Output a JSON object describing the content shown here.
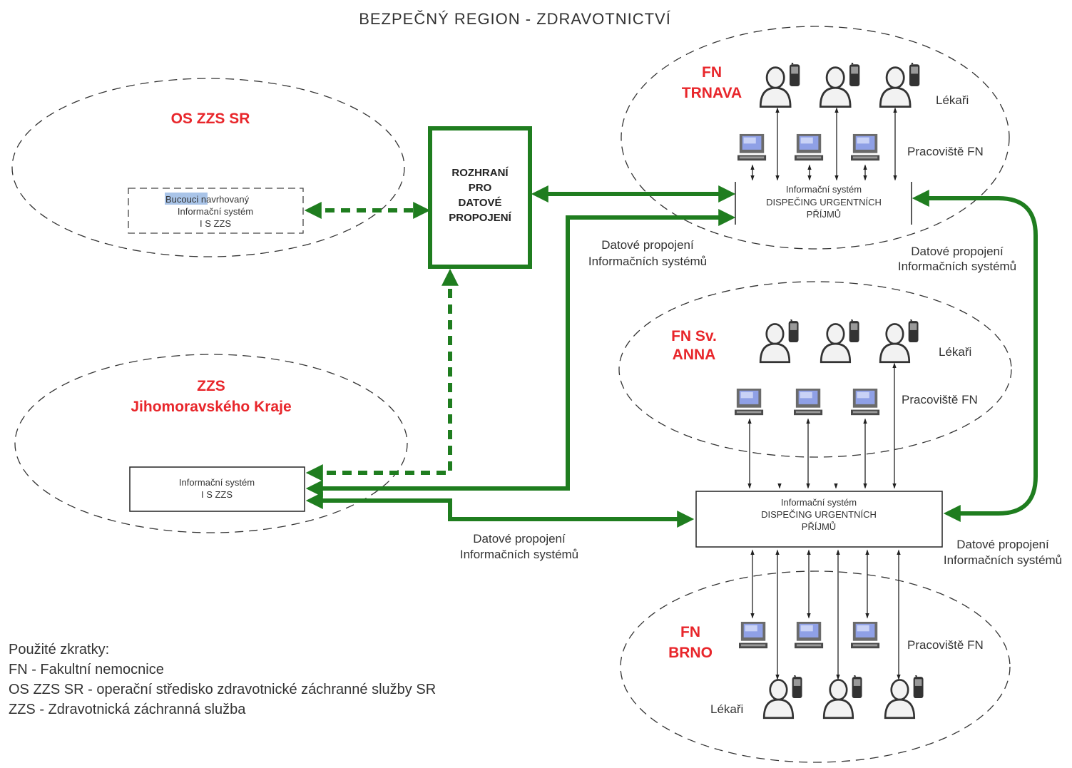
{
  "title": "BEZPEČNÝ REGION - ZDRAVOTNICTVÍ",
  "os_zzs": {
    "name": "OS ZZS SR",
    "system_highlight": "Bucouci",
    "system_line1_rest": "navrhovaný",
    "system_line2": "Informační systém",
    "system_line3": "I S ZZS"
  },
  "interface_box": [
    "ROZHRANÍ",
    "PRO",
    "DATOVÉ",
    "PROPOJENÍ"
  ],
  "zzs_jm": {
    "name_line1": "ZZS",
    "name_line2": "Jihomoravského Kraje",
    "system_line1": "Informační systém",
    "system_line2": "I S ZZS"
  },
  "fn_trnava": {
    "name_line1": "FN",
    "name_line2": "TRNAVA",
    "doctors": "Lékaři",
    "workplace": "Pracoviště FN",
    "system_line1": "Informační systém",
    "system_line2": "DISPEČING URGENTNÍCH",
    "system_line3": "PŘÍJMŮ"
  },
  "fn_anna": {
    "name_line1": "FN Sv.",
    "name_line2": "ANNA",
    "doctors": "Lékaři",
    "workplace": "Pracoviště FN"
  },
  "dispatch_box": {
    "line1": "Informační systém",
    "line2": "DISPEČING URGENTNÍCH",
    "line3": "PŘÍJMŮ"
  },
  "fn_brno": {
    "name_line1": "FN",
    "name_line2": "BRNO",
    "doctors": "Lékaři",
    "workplace": "Pracoviště FN"
  },
  "connection_labels": [
    {
      "line1": "Datové propojení",
      "line2": "Informačních systémů"
    },
    {
      "line1": "Datové propojení",
      "line2": "Informačních systémů"
    },
    {
      "line1": "Datové propojení",
      "line2": "Informačních systémů"
    },
    {
      "line1": "Datové propojení",
      "line2": "Informačních systémů"
    }
  ],
  "legend": {
    "heading": "Použité zkratky:",
    "items": [
      "FN - Fakultní nemocnice",
      "OS ZZS SR - operační středisko zdravotnické záchranné služby SR",
      "ZZS - Zdravotnická záchranná služba"
    ]
  },
  "colors": {
    "connection_green": "#1f7d1f",
    "region_red": "#e8262b",
    "highlight_blue": "#a9c4e8",
    "monitor_blue": "#7b8fd6"
  },
  "icons": {
    "person": "person-with-phone-icon",
    "computer": "computer-monitor-icon"
  }
}
